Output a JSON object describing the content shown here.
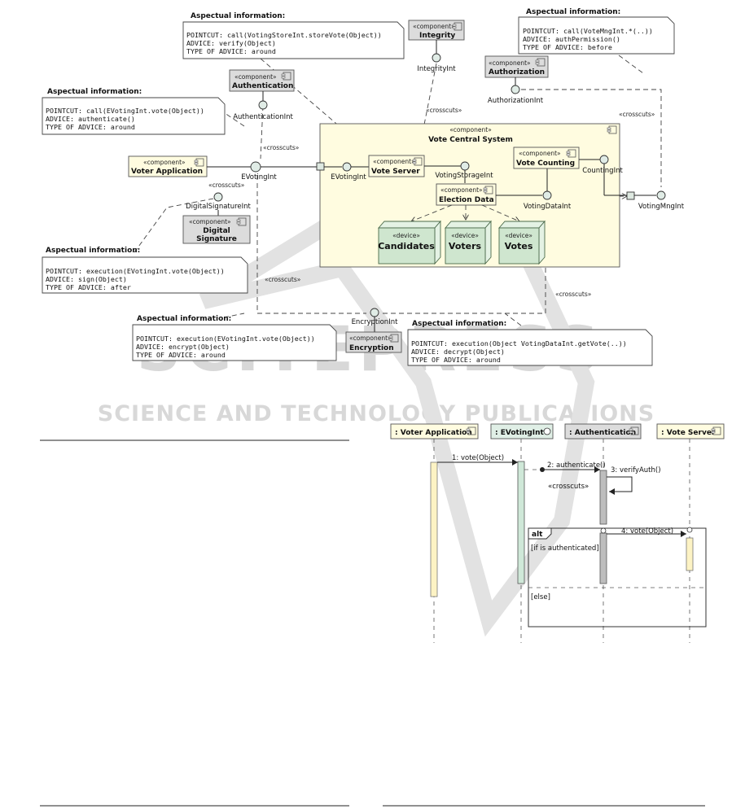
{
  "watermark": {
    "main": "SCITEPRESS",
    "sub": "SCIENCE AND TECHNOLOGY PUBLICATIONS"
  },
  "component_diagram": {
    "stereotype_component": "«component»",
    "stereotype_device": "«device»",
    "crosscuts_label": "«crosscuts»",
    "notes": {
      "header": "Aspectual information:",
      "verify": [
        "POINTCUT: call(VotingStoreInt.storeVote(Object))",
        "ADVICE: verify(Object)",
        "TYPE OF ADVICE: around"
      ],
      "auth_permission": [
        "POINTCUT: call(VoteMngInt.*(..))",
        "ADVICE: authPermission()",
        "TYPE OF ADVICE: before"
      ],
      "authenticate": [
        "POINTCUT: call(EVotingInt.vote(Object))",
        "ADVICE: authenticate()",
        "TYPE OF ADVICE: around"
      ],
      "sign": [
        "POINTCUT: execution(EVotingInt.vote(Object))",
        "ADVICE: sign(Object)",
        "TYPE OF ADVICE: after"
      ],
      "encrypt": [
        "POINTCUT: execution(EVotingInt.vote(Object))",
        "ADVICE: encrypt(Object)",
        "TYPE OF ADVICE: around"
      ],
      "decrypt": [
        "POINTCUT: execution(Object VotingDataInt.getVote(..))",
        "ADVICE: decrypt(Object)",
        "TYPE OF ADVICE: around"
      ]
    },
    "components": {
      "integrity": "Integrity",
      "authorization": "Authorization",
      "authentication": "Authentication",
      "voter_application": "Voter Application",
      "digital_signature_1": "Digital",
      "digital_signature_2": "Signature",
      "encryption": "Encryption",
      "vote_central_system": "Vote Central System",
      "vote_server": "Vote Server",
      "vote_counting": "Vote Counting",
      "election_data": "Election Data"
    },
    "devices": {
      "candidates": "Candidates",
      "voters": "Voters",
      "votes": "Votes"
    },
    "interfaces": {
      "integrity": "IntegrityInt",
      "authorization": "AuthorizationInt",
      "authentication": "AuthenticationInt",
      "evoting_outer": "EVotingInt",
      "evoting_inner": "EVotingInt",
      "digital_signature": "DigitalSignatureInt",
      "voting_storage": "VotingStorageInt",
      "counting": "CountingInt",
      "voting_data": "VotingDataInt",
      "voting_mng": "VotingMngInt",
      "encryption": "EncryptionInt"
    }
  },
  "sequence_diagram": {
    "lifelines": [
      ": Voter Application",
      ": EVotingInt",
      ": Authentication",
      ": Vote Server"
    ],
    "messages": {
      "m1": "1: vote(Object)",
      "m2": "2: authenticate()",
      "m3": "3: verifyAuth()",
      "m4": "4: vote(Object)"
    },
    "crosscuts": "«crosscuts»",
    "fragment": {
      "operator": "alt",
      "guard1": "[if is authenticated]",
      "guard2": "[else]"
    }
  }
}
